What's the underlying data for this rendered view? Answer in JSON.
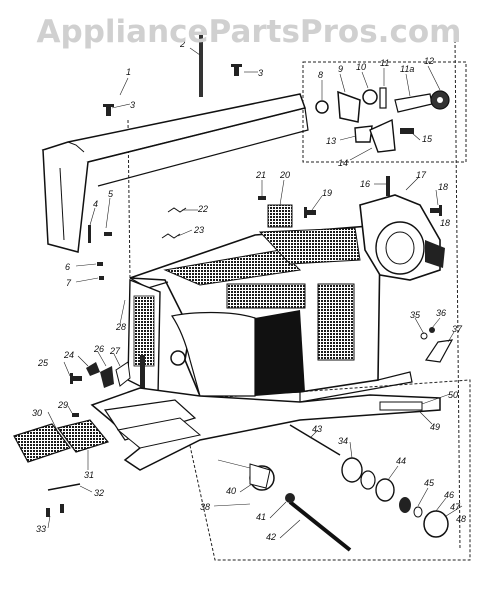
{
  "watermark": "AppliancePartsPros.com",
  "callouts": [
    "1",
    "2",
    "3",
    "3",
    "4",
    "5",
    "6",
    "7",
    "8",
    "9",
    "10",
    "11",
    "11a",
    "12",
    "13",
    "14",
    "15",
    "16",
    "17",
    "18",
    "18",
    "19",
    "20",
    "21",
    "22",
    "23",
    "24",
    "25",
    "26",
    "27",
    "28",
    "29",
    "30",
    "31",
    "32",
    "33",
    "34",
    "35",
    "36",
    "37",
    "38",
    "40",
    "41",
    "42",
    "43",
    "44",
    "45",
    "46",
    "47",
    "48",
    "49",
    "50"
  ]
}
